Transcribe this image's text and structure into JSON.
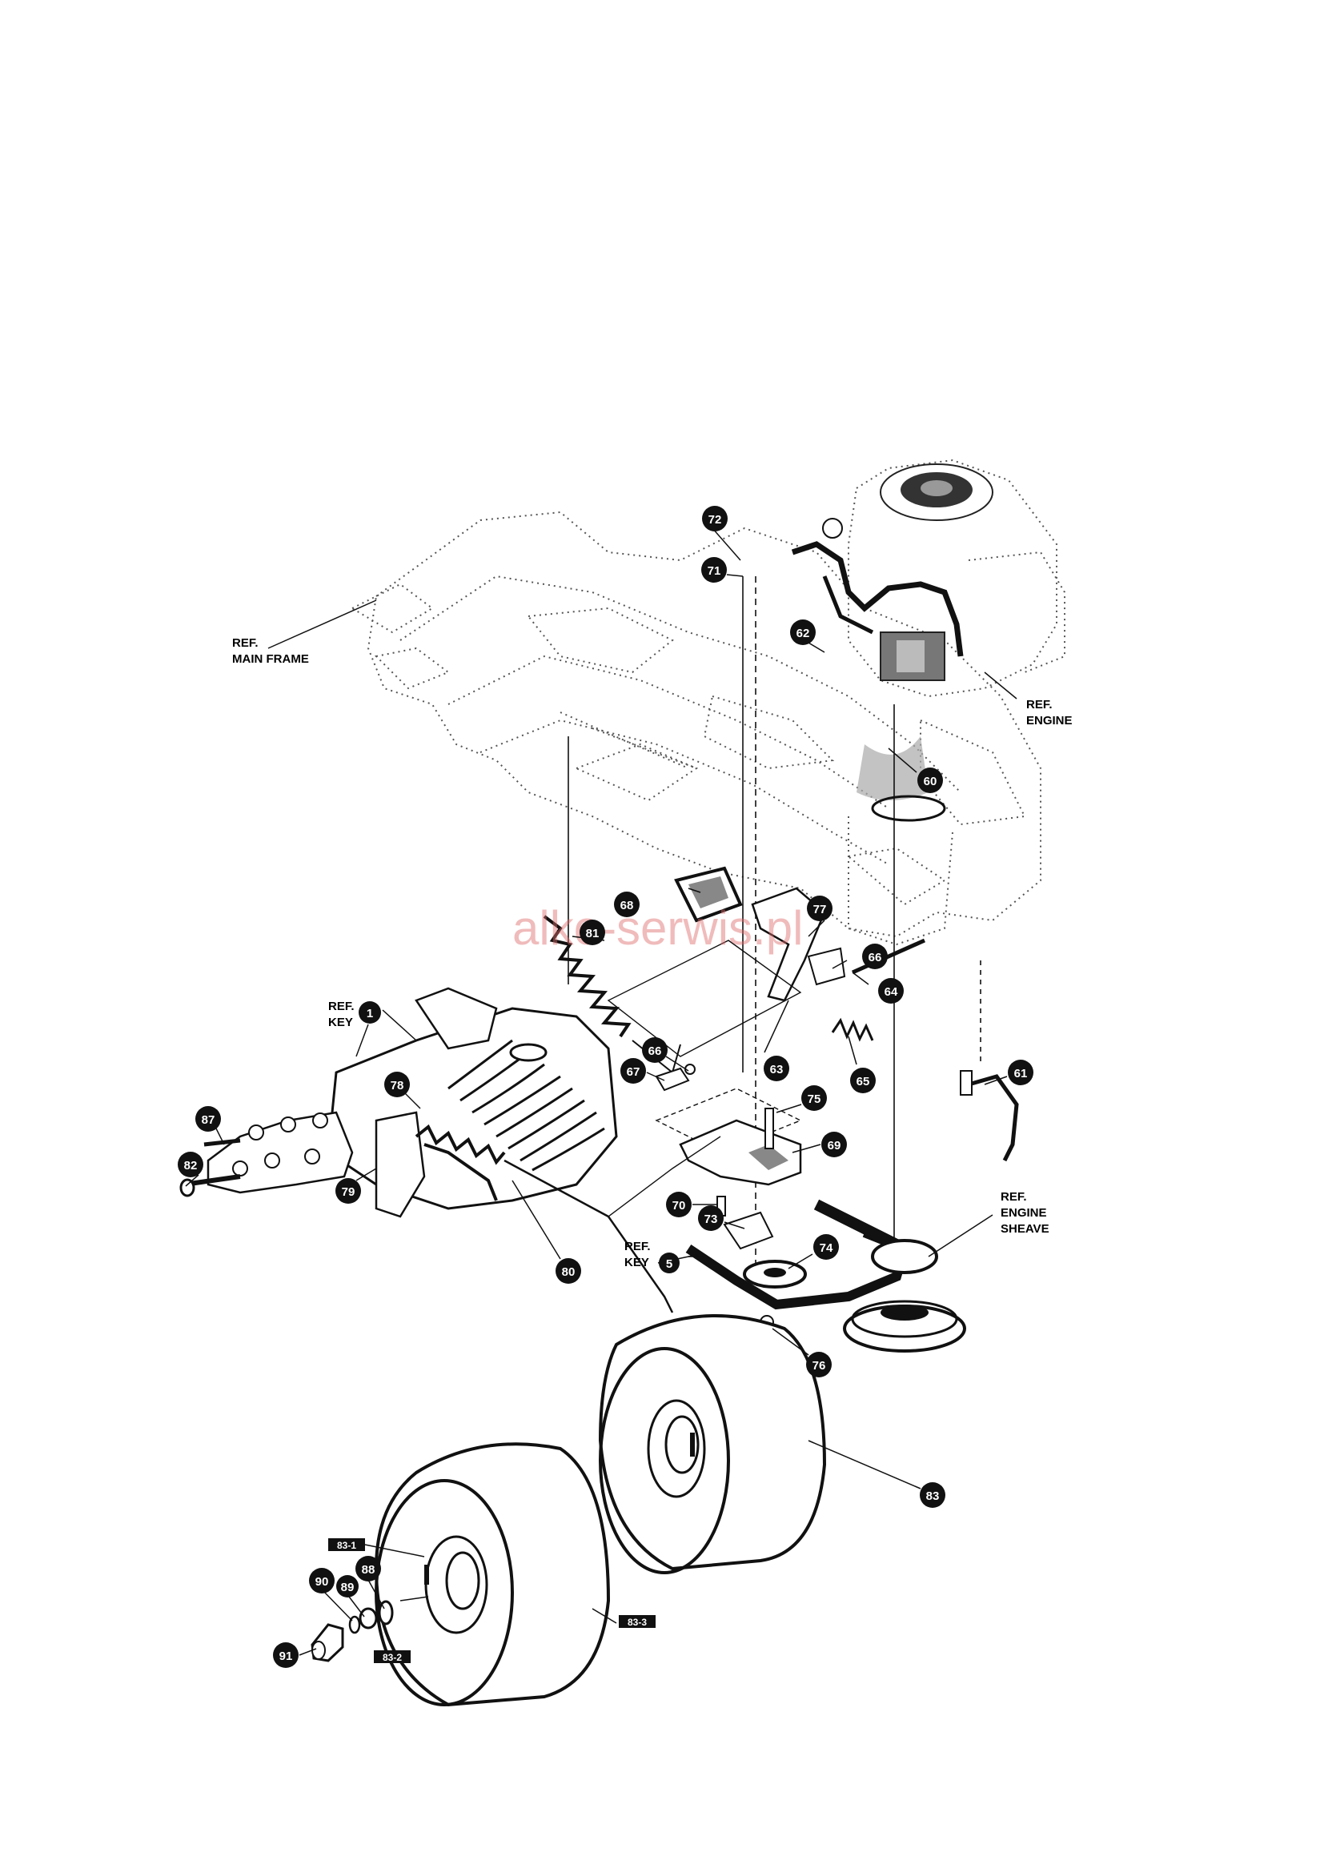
{
  "watermark": "alko-serwis.pl",
  "references": [
    {
      "line1": "REF.",
      "line2": "MAIN FRAME"
    },
    {
      "line1": "REF.",
      "line2": "ENGINE"
    },
    {
      "line1": "REF.",
      "line2": "KEY"
    },
    {
      "line1": "REF.",
      "line2": "ENGINE",
      "line3": "SHEAVE"
    },
    {
      "line1": "REF.",
      "line2": "KEY"
    }
  ],
  "callouts": [
    "72",
    "71",
    "62",
    "60",
    "68",
    "77",
    "81",
    "64",
    "66",
    "66",
    "67",
    "63",
    "65",
    "61",
    "75",
    "69",
    "70",
    "73",
    "74",
    "76",
    "1",
    "78",
    "87",
    "82",
    "79",
    "80",
    "5",
    "83",
    "88",
    "89",
    "90",
    "91"
  ],
  "tags": [
    "83-1",
    "83-2",
    "83-3"
  ]
}
